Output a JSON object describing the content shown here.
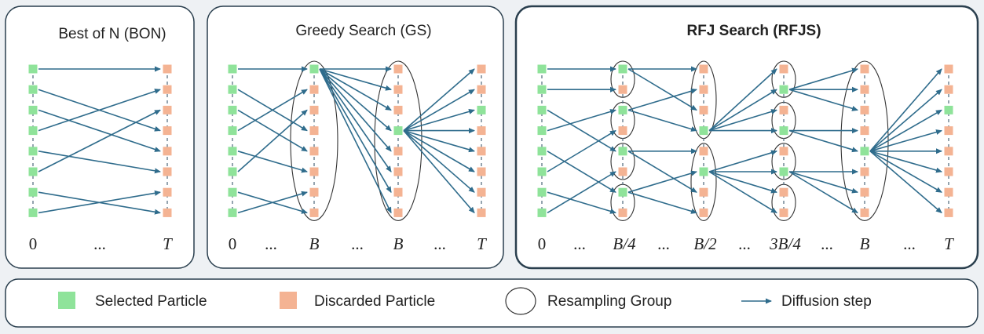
{
  "panels": {
    "bon": {
      "title": "Best of N (BON)",
      "ticks": [
        "0",
        "...",
        "T"
      ]
    },
    "gs": {
      "title": "Greedy Search (GS)",
      "ticks": [
        "0",
        "...",
        "B",
        "...",
        "B",
        "...",
        "T"
      ]
    },
    "rfjs": {
      "title": "RFJ Search (RFJS)",
      "ticks": [
        "0",
        "...",
        "B/4",
        "...",
        "B/2",
        "...",
        "3B/4",
        "...",
        "B",
        "...",
        "T"
      ]
    }
  },
  "legend": {
    "selected": "Selected Particle",
    "discarded": "Discarded Particle",
    "group": "Resampling Group",
    "step": "Diffusion step"
  },
  "colors": {
    "selected": "#8fe39a",
    "discarded": "#f4b393",
    "arrow": "#2f6c8c",
    "border": "#2a3f4e",
    "dash": "#5a7384"
  },
  "particle_states": {
    "bon": [
      [
        "S",
        "S",
        "S",
        "S",
        "S",
        "S",
        "S",
        "S"
      ],
      [
        "D",
        "D",
        "D",
        "D",
        "D",
        "D",
        "D",
        "D"
      ]
    ],
    "gs": [
      [
        "S",
        "S",
        "S",
        "S",
        "S",
        "S",
        "S",
        "S"
      ],
      [
        "S",
        "D",
        "D",
        "D",
        "D",
        "D",
        "D",
        "D"
      ],
      [
        "D",
        "D",
        "D",
        "S",
        "D",
        "D",
        "D",
        "D"
      ],
      [
        "D",
        "D",
        "S",
        "D",
        "D",
        "D",
        "D",
        "D"
      ]
    ],
    "rfjs": [
      [
        "S",
        "S",
        "S",
        "S",
        "S",
        "S",
        "S",
        "S"
      ],
      [
        "S",
        "D",
        "S",
        "D",
        "S",
        "D",
        "S",
        "D"
      ],
      [
        "D",
        "D",
        "D",
        "S",
        "D",
        "S",
        "D",
        "D"
      ],
      [
        "D",
        "S",
        "D",
        "S",
        "D",
        "S",
        "D",
        "D"
      ],
      [
        "D",
        "D",
        "D",
        "D",
        "S",
        "D",
        "D",
        "D"
      ],
      [
        "D",
        "D",
        "S",
        "D",
        "D",
        "D",
        "D",
        "D"
      ]
    ]
  }
}
